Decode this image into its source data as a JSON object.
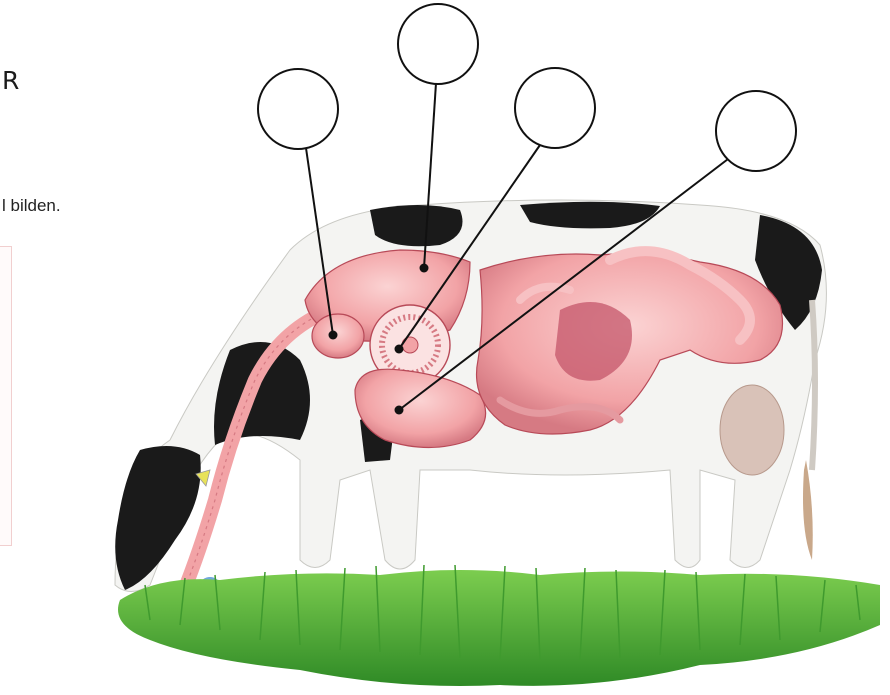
{
  "heading_fragment": "R",
  "instruction_fragment": "l bilden.",
  "colors": {
    "organ_pink": "#f2a3a6",
    "organ_dark": "#b84a58",
    "cow_black": "#1a1a1a",
    "cow_white": "#f4f4f2",
    "grass": "#4caf3a",
    "label_line": "#111111"
  },
  "callouts": [
    {
      "id": "callout-1",
      "label": ""
    },
    {
      "id": "callout-2",
      "label": ""
    },
    {
      "id": "callout-3",
      "label": ""
    },
    {
      "id": "callout-4",
      "label": ""
    }
  ]
}
